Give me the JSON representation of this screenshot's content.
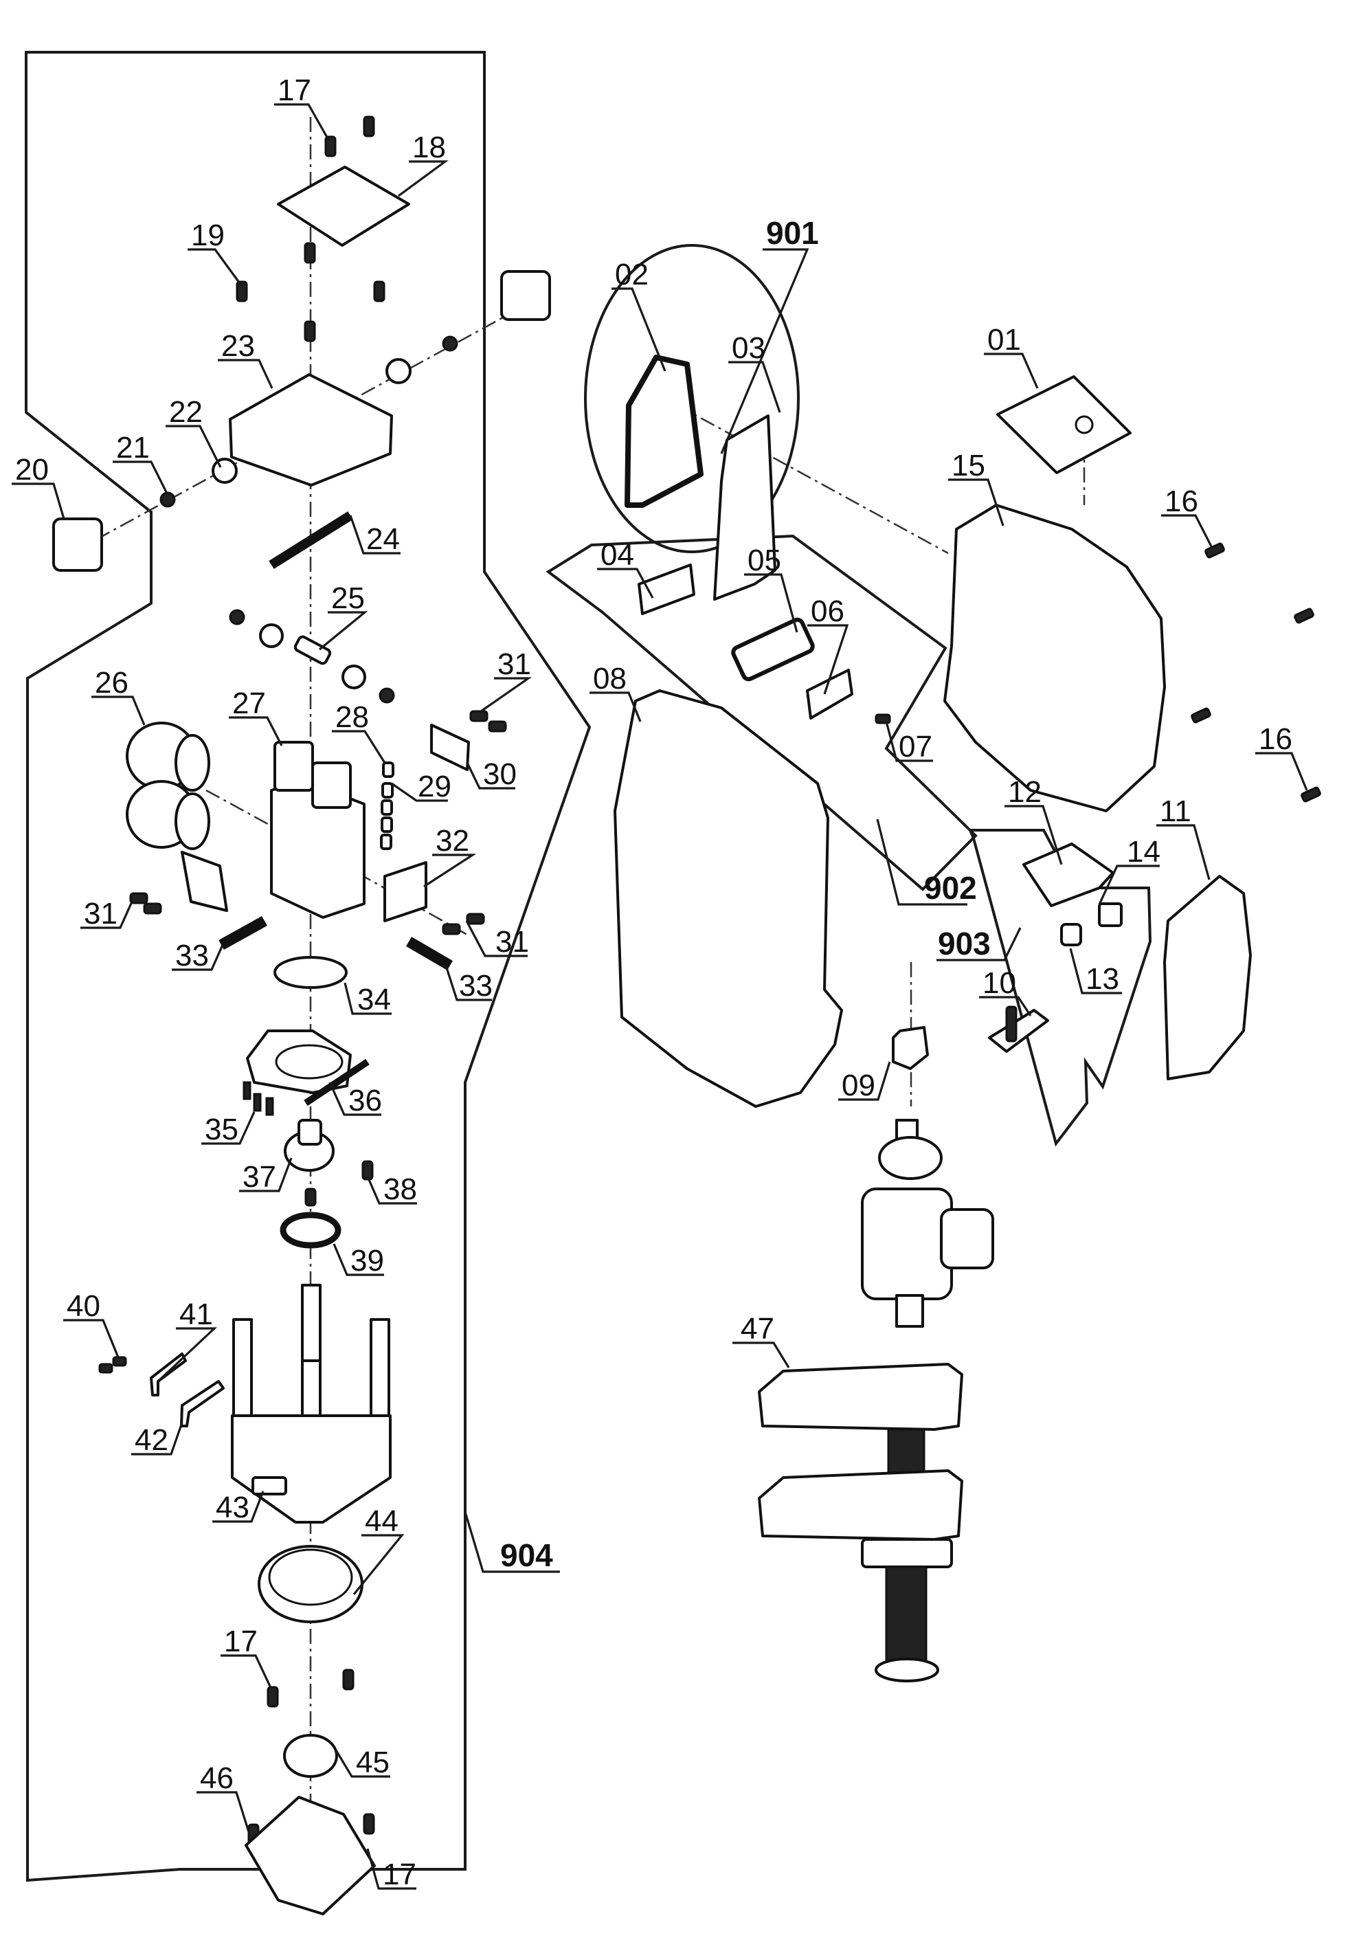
{
  "diagram": {
    "title": "Exploded parts view - cross line laser with clamp",
    "group_labels": {
      "g901": "901",
      "g902": "902",
      "g903": "903",
      "g904": "904"
    },
    "part_labels": {
      "p01": "01",
      "p02": "02",
      "p03": "03",
      "p04": "04",
      "p05": "05",
      "p06": "06",
      "p07": "07",
      "p08": "08",
      "p09": "09",
      "p10": "10",
      "p11": "11",
      "p12": "12",
      "p13": "13",
      "p14": "14",
      "p15": "15",
      "p16a": "16",
      "p16b": "16",
      "p17a": "17",
      "p17b": "17",
      "p17c": "17",
      "p18": "18",
      "p19": "19",
      "p20": "20",
      "p21": "21",
      "p22": "22",
      "p23": "23",
      "p24": "24",
      "p25": "25",
      "p26": "26",
      "p27": "27",
      "p28": "28",
      "p29": "29",
      "p30": "30",
      "p31a": "31",
      "p31b": "31",
      "p31c": "31",
      "p32": "32",
      "p33a": "33",
      "p33b": "33",
      "p34": "34",
      "p35": "35",
      "p36": "36",
      "p37": "37",
      "p38": "38",
      "p39": "39",
      "p40": "40",
      "p41": "41",
      "p42": "42",
      "p43": "43",
      "p44": "44",
      "p45": "45",
      "p46": "46",
      "p47": "47"
    }
  }
}
